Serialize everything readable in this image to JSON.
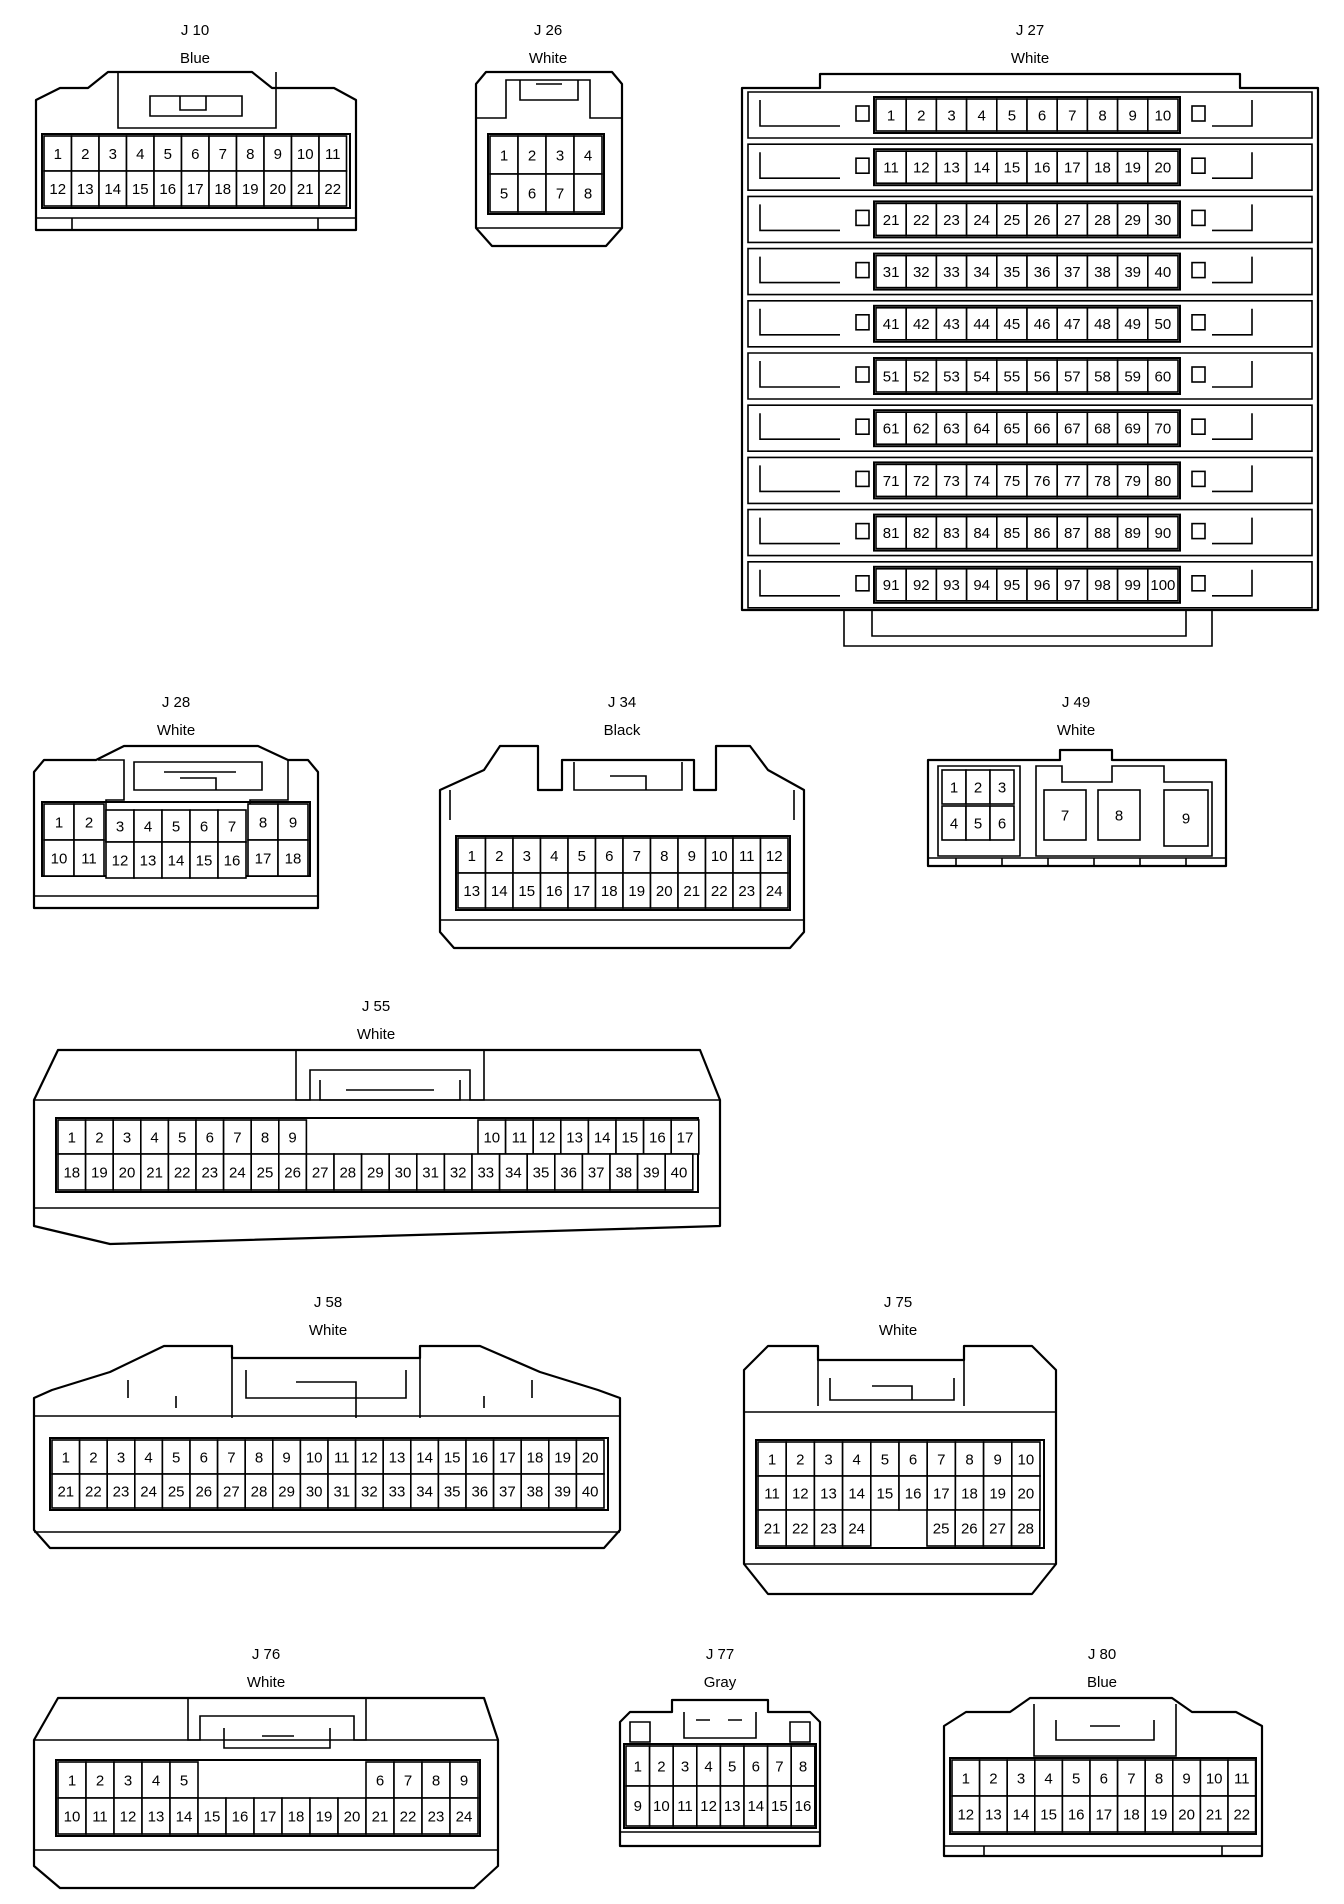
{
  "connectors": [
    {
      "id": "J 10",
      "color": "Blue"
    },
    {
      "id": "J 26",
      "color": "White"
    },
    {
      "id": "J 27",
      "color": "White"
    },
    {
      "id": "J 28",
      "color": "White"
    },
    {
      "id": "J 34",
      "color": "Black"
    },
    {
      "id": "J 49",
      "color": "White"
    },
    {
      "id": "J 55",
      "color": "White"
    },
    {
      "id": "J 58",
      "color": "White"
    },
    {
      "id": "J 75",
      "color": "White"
    },
    {
      "id": "J 76",
      "color": "White"
    },
    {
      "id": "J 77",
      "color": "Gray"
    },
    {
      "id": "J 80",
      "color": "Blue"
    }
  ]
}
